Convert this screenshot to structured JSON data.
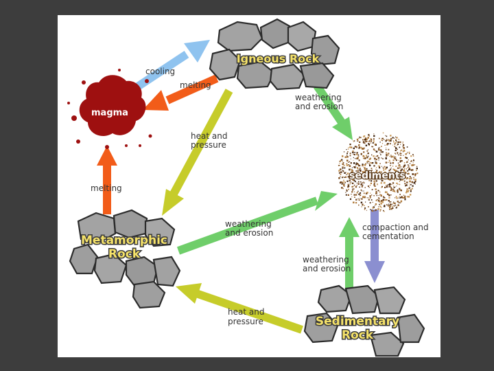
{
  "nodes": {
    "igneous": "Igneous Rock",
    "magma": "magma",
    "sediments": "sediments",
    "metamorphic_line1": "Metamorphic",
    "metamorphic_line2": "Rock",
    "sedimentary_line1": "Sedimentary",
    "sedimentary_line2": "Rock"
  },
  "edges": {
    "cooling": "cooling",
    "melting_top": "melting",
    "melting_left": "melting",
    "heat_pressure_top_1": "heat and",
    "heat_pressure_top_2": "pressure",
    "weathering_top_1": "weathering",
    "weathering_top_2": "and erosion",
    "weathering_mid_1": "weathering",
    "weathering_mid_2": "and erosion",
    "weathering_bottom_1": "weathering",
    "weathering_bottom_2": "and erosion",
    "compaction_1": "compaction and",
    "compaction_2": "cementation",
    "heat_pressure_bottom_1": "heat and",
    "heat_pressure_bottom_2": "pressure"
  },
  "colors": {
    "cooling": "#8fc3ef",
    "melting": "#f25c19",
    "heat_pressure": "#c6cc2a",
    "weathering": "#6fce6a",
    "compaction": "#8b8fd0",
    "magma": "#9e1010",
    "rock_label": "#f5e26a"
  }
}
